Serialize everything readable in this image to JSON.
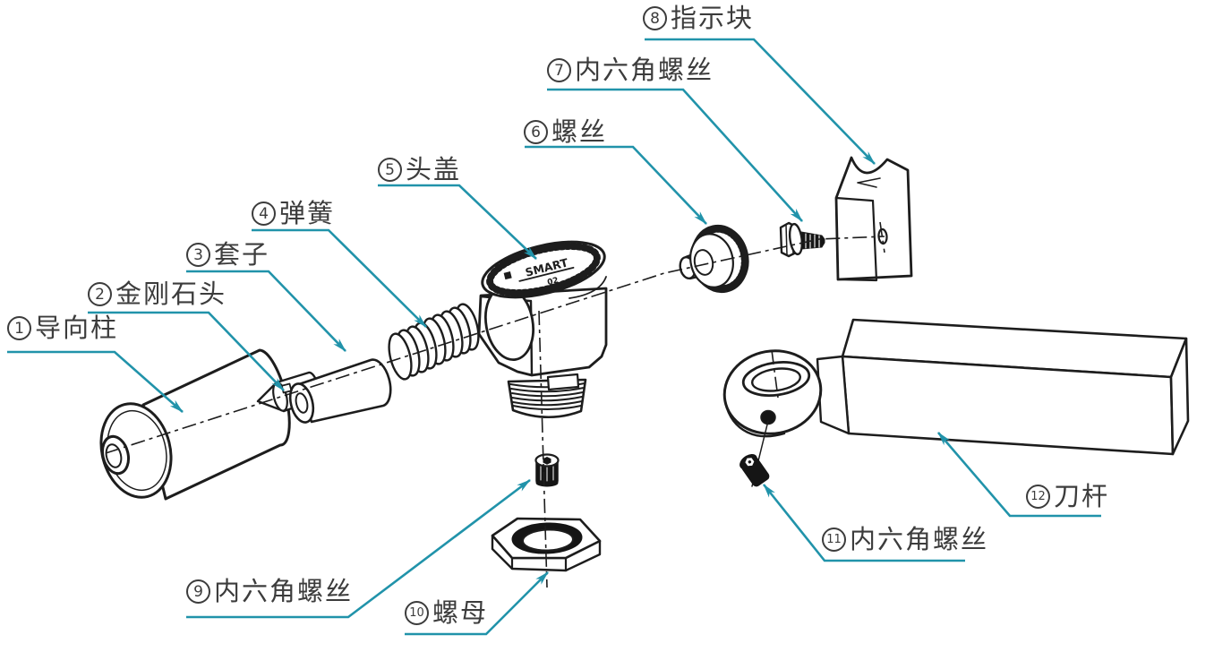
{
  "canvas": {
    "background": "#ffffff",
    "line_color": "#1d1d1d",
    "leader_color": "#2193aa",
    "label_text_color": "#3c3c3c"
  },
  "labels": [
    {
      "number": "1",
      "name": "导向柱"
    },
    {
      "number": "2",
      "name": "金刚石头"
    },
    {
      "number": "3",
      "name": "套子"
    },
    {
      "number": "4",
      "name": "弹簧"
    },
    {
      "number": "5",
      "name": "头盖"
    },
    {
      "number": "6",
      "name": "螺丝"
    },
    {
      "number": "7",
      "name": "内六角螺丝"
    },
    {
      "number": "8",
      "name": "指示块"
    },
    {
      "number": "9",
      "name": "内六角螺丝"
    },
    {
      "number": "10",
      "name": "螺母"
    },
    {
      "number": "11",
      "name": "内六角螺丝"
    },
    {
      "number": "12",
      "name": "刀杆"
    }
  ],
  "dial": {
    "brand": "SMART",
    "value": "02"
  }
}
